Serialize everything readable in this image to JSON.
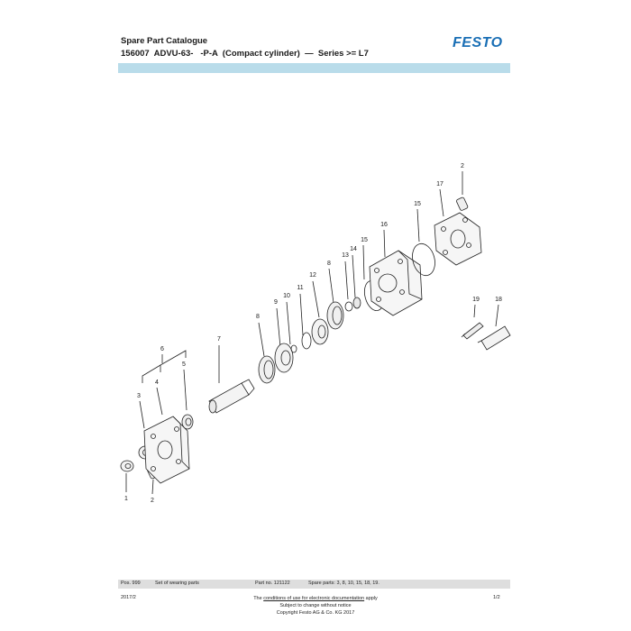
{
  "header": {
    "title": "Spare Part Catalogue",
    "subtitle": "156007  ADVU-63-   -P-A  (Compact cylinder)  —  Series >= L7",
    "logo_text": "FESTO",
    "brand_color": "#1a6fb5",
    "band_color": "#b9dcea"
  },
  "drawing": {
    "part_labels": {
      "p1": "1",
      "p2a": "2",
      "p3": "3",
      "p4": "4",
      "p5": "5",
      "p6": "6",
      "p7": "7",
      "p8a": "8",
      "p9": "9",
      "p10": "10",
      "p11": "11",
      "p12": "12",
      "p8b": "8",
      "p13": "13",
      "p14": "14",
      "p15a": "15",
      "p16": "16",
      "p15b": "15",
      "p17": "17",
      "p2b": "2",
      "p19": "19",
      "p18": "18"
    }
  },
  "footer": {
    "pos": "Pos. 999",
    "set_label": "Set of wearing parts",
    "part_no": "Part no. 121122",
    "spare_parts": "Spare parts: 3, 8, 10, 15, 18, 19.",
    "date": "2017/2",
    "notice_pre": "The ",
    "notice_link1": "conditions of use for electronic documentation",
    "notice_post": " apply",
    "notice_line2": "Subject to change without notice",
    "notice_line3": "Copyright Festo AG & Co. KG 2017",
    "page": "1/2"
  }
}
